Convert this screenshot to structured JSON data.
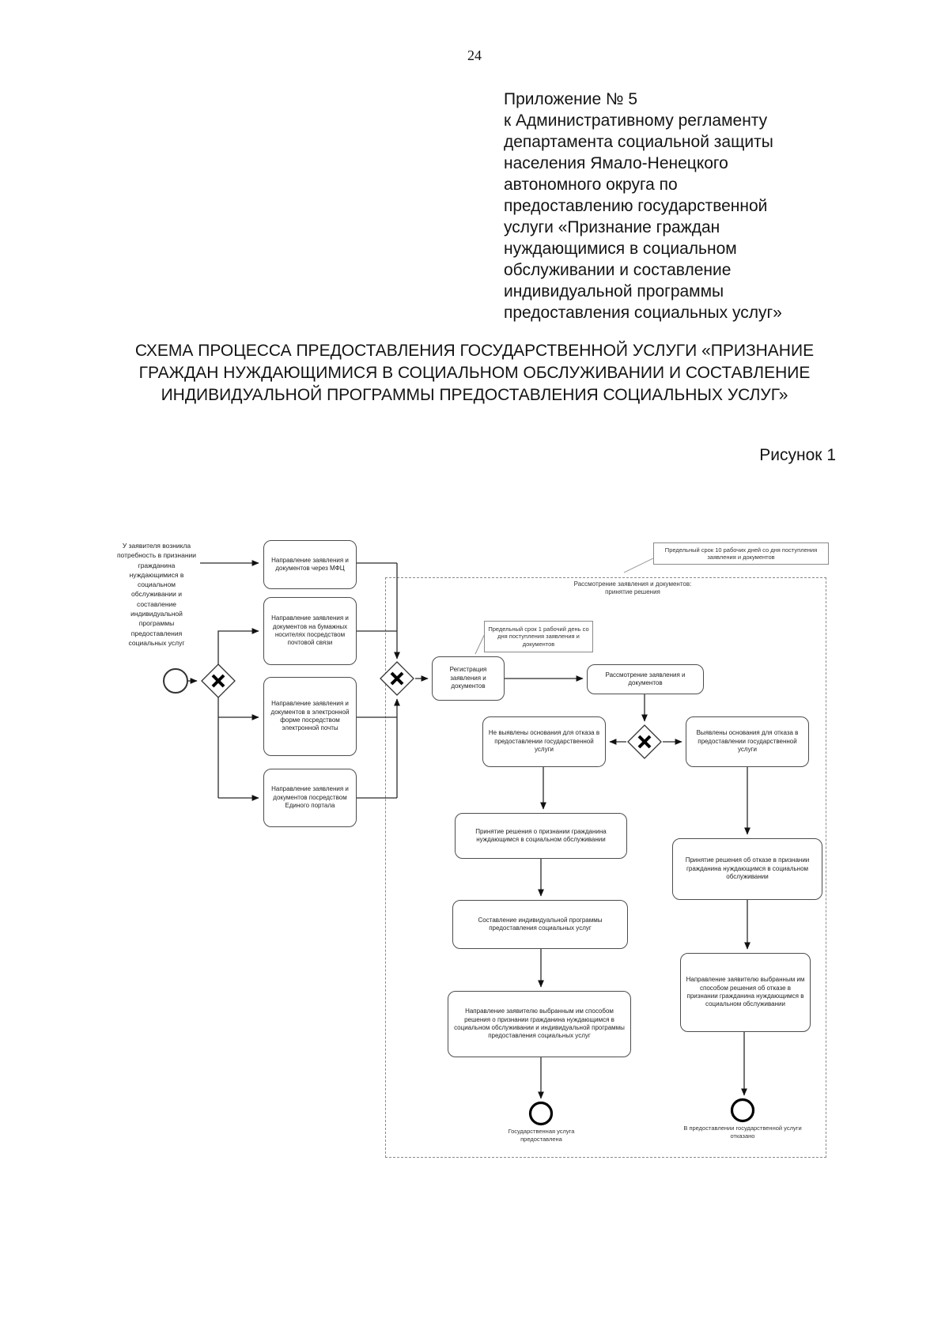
{
  "page": {
    "number": "24"
  },
  "appendix": {
    "text": "Приложение № 5\nк Административному регламенту\nдепартамента социальной защиты\nнаселения Ямало-Ненецкого\nавтономного округа по\nпредоставлению государственной\nуслуги «Признание граждан\nнуждающимися в социальном\nобслуживании и составление\nиндивидуальной программы\nпредоставления социальных услуг»"
  },
  "title": {
    "text": "СХЕМА ПРОЦЕССА ПРЕДОСТАВЛЕНИЯ ГОСУДАРСТВЕННОЙ УСЛУГИ «ПРИЗНАНИЕ ГРАЖДАН НУЖДАЮЩИМИСЯ В СОЦИАЛЬНОМ ОБСЛУЖИВАНИИ И СОСТАВЛЕНИЕ ИНДИВИДУАЛЬНОЙ ПРОГРАММЫ ПРЕДОСТАВЛЕНИЯ СОЦИАЛЬНЫХ УСЛУГ»"
  },
  "figure": {
    "caption": "Рисунок 1"
  },
  "flowchart": {
    "start_condition": "У заявителя возникла потребность в признании гражданина нуждающимися в социальном обслуживании и составление индивидуальной программы предоставления социальных услуг",
    "channels": {
      "mfc": "Направление заявления и документов через МФЦ",
      "mail": "Направление заявления и документов на бумажных носителях посредством почтовой связи",
      "email": "Направление заявления и документов в электронной форме посредством электронной почты",
      "portal": "Направление заявления и документов посредством Единого портала"
    },
    "registration": "Регистрация заявления и документов",
    "review": "Рассмотрение заявления и документов",
    "stage_label": "Рассмотрение заявления и документов: принятие решения",
    "notes": {
      "ten_days": "Предельный срок 10 рабочих дней со дня поступления заявления и документов",
      "one_day": "Предельный срок 1 рабочий день со дня поступления заявления и документов"
    },
    "outcomes": {
      "no_grounds": "Не выявлены основания для отказа в предоставлении государственной услуги",
      "grounds": "Выявлены основания для отказа в предоставлении государственной услуги"
    },
    "positive": {
      "decision": "Принятие решения о признании гражданина нуждающимся в социальном обслуживании",
      "program": "Составление индивидуальной программы предоставления социальных услуг",
      "notify": "Направление заявителю выбранным им способом решения о признании гражданина нуждающимся в социальном обслуживании и индивидуальной программы предоставления социальных услуг",
      "end_label": "Государственная услуга предоставлена"
    },
    "negative": {
      "decision": "Принятие решения об отказе в признании гражданина нуждающимся в социальном обслуживании",
      "notify": "Направление заявителю выбранным им способом решения об отказе в признании гражданина нуждающимся в социальном обслуживании",
      "end_label": "В предоставлении государственной услуги отказано"
    },
    "colors": {
      "ink": "#1a1a1a",
      "line": "#2b2b2b",
      "box_border": "#4d4d4d"
    }
  }
}
